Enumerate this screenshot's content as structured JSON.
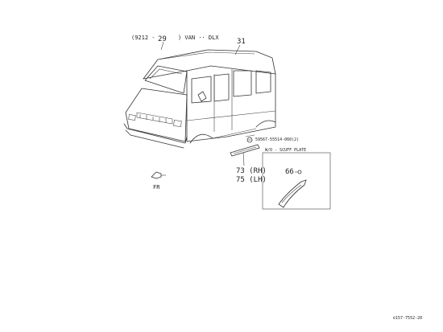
{
  "header": {
    "code": "(9212 -",
    "model": ") VAN ·· DLX"
  },
  "callouts": {
    "roof_rail": "29",
    "side_molding": "31",
    "screw": "59567-55514-060(2)",
    "scuff_rh": "73 (RH)",
    "scuff_lh": "75 (LH)",
    "front_arrow": "FR",
    "inset_part": "66"
  },
  "inset": {
    "title": "W/O - SCUFF PLATE"
  },
  "footer": {
    "ref": "©157-7552-20"
  }
}
